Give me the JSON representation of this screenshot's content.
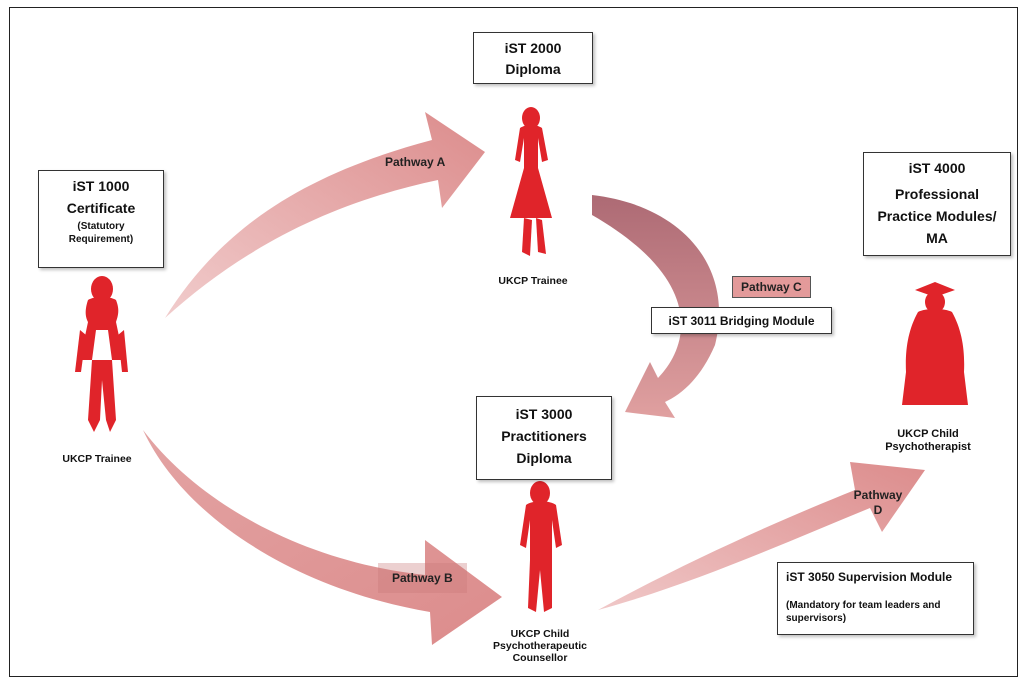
{
  "colors": {
    "arrow": "#dc8c8c",
    "arrow_dark": "#b46b73",
    "figure": "#e0242a"
  },
  "nodes": {
    "ist1000": {
      "code": "iST 1000",
      "title": "Certificate",
      "note1": "(Statutory",
      "note2": "Requirement)"
    },
    "ist2000": {
      "code": "iST 2000",
      "title": "Diploma"
    },
    "ist3000": {
      "code": "iST 3000",
      "title1": "Practitioners",
      "title2": "Diploma"
    },
    "ist4000": {
      "code": "iST 4000",
      "title1": "Professional",
      "title2": "Practice Modules/",
      "title3": "MA"
    }
  },
  "figures": {
    "left": "UKCP Trainee",
    "top": "UKCP Trainee",
    "bottom": {
      "l1": "UKCP Child",
      "l2": "Psychotherapeutic",
      "l3": "Counsellor"
    },
    "right": {
      "l1": "UKCP Child",
      "l2": "Psychotherapist"
    }
  },
  "pathways": {
    "a": "Pathway A",
    "b": "Pathway B",
    "c": "Pathway C",
    "d1": "Pathway",
    "d2": "D"
  },
  "modules": {
    "bridging": "iST 3011 Bridging Module",
    "supervision": "iST 3050 Supervision Module",
    "supervision_note1": "(Mandatory for team leaders and",
    "supervision_note2": "supervisors)"
  }
}
